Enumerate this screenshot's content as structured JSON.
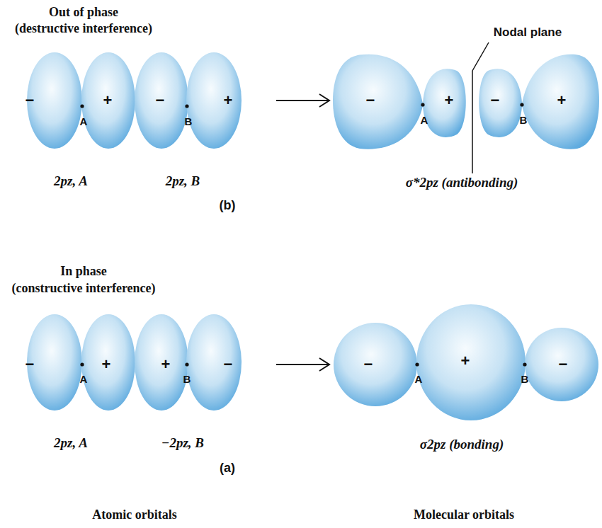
{
  "diagram": {
    "labels": [
      "Out of phase",
      "(destructive interference)",
      "Nodal plane",
      "−",
      "A",
      "+",
      "−",
      "B",
      "+",
      "−",
      "A",
      "+",
      "−",
      "B",
      "+",
      "2pz, A",
      "2pz, B",
      "σ*2pz (antibonding)",
      "(b)",
      "In phase",
      "(constructive interference)",
      "−",
      "A",
      "+",
      "+",
      "B",
      "−",
      "−",
      "A",
      "+",
      "B",
      "−",
      "2pz, A",
      "−2pz, B",
      "σ2pz (bonding)",
      "(a)",
      "Atomic orbitals",
      "Molecular orbitals"
    ]
  }
}
